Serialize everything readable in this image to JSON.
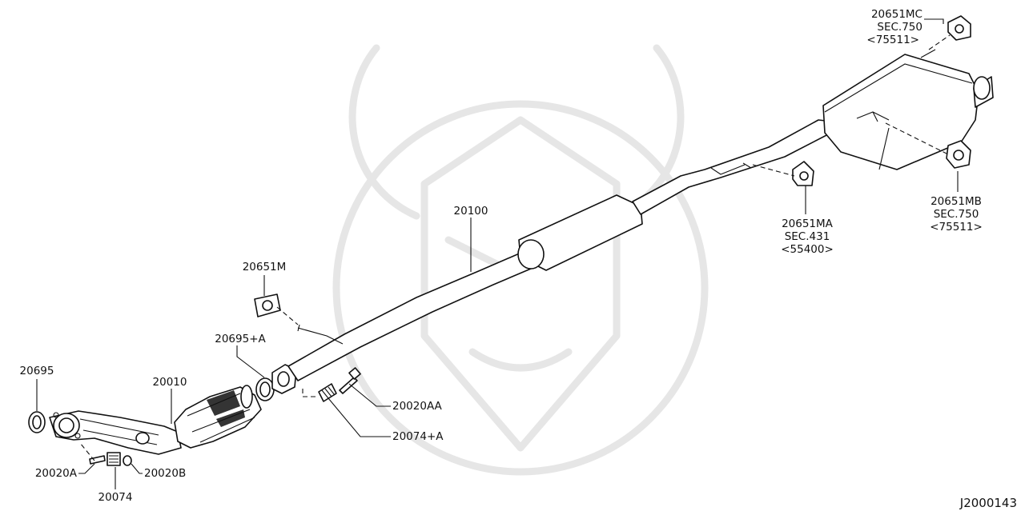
{
  "diagram_id": "J2000143",
  "callouts": {
    "c20651MC": [
      "20651MC",
      "SEC.750",
      "<75511>"
    ],
    "c20651MB": [
      "20651MB",
      "SEC.750",
      "<75511>"
    ],
    "c20651MA": [
      "20651MA",
      "SEC.431",
      "<55400>"
    ],
    "c20100": [
      "20100"
    ],
    "c20651M": [
      "20651M"
    ],
    "c20695A": [
      "20695+A"
    ],
    "c20695": [
      "20695"
    ],
    "c20010": [
      "20010"
    ],
    "c20020AA": [
      "20020AA"
    ],
    "c20074A": [
      "20074+A"
    ],
    "c20020A": [
      "20020A"
    ],
    "c20020B": [
      "20020B"
    ],
    "c20074": [
      "20074"
    ]
  }
}
